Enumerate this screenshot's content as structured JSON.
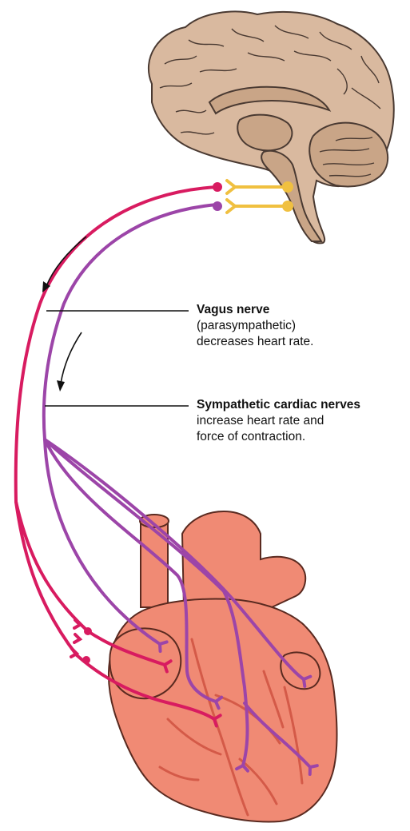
{
  "colors": {
    "background": "#ffffff",
    "brain_fill": "#d9b99f",
    "brain_stroke": "#4a3a32",
    "brain_dark": "#c9a587",
    "neuron": "#f0c040",
    "vagus_nerve": "#d81b60",
    "sympathetic_nerve": "#9c45a8",
    "heart_fill": "#f08a74",
    "heart_stroke": "#5a2a20",
    "heart_vessel": "#d45a48",
    "arrow": "#111111",
    "leader_line": "#111111"
  },
  "labels": {
    "vagus": {
      "title": "Vagus nerve",
      "line1": "(parasympathetic)",
      "line2": "decreases heart rate."
    },
    "sympathetic": {
      "title": "Sympathetic cardiac nerves",
      "line1": "increase heart rate and",
      "line2": "force of contraction."
    }
  }
}
